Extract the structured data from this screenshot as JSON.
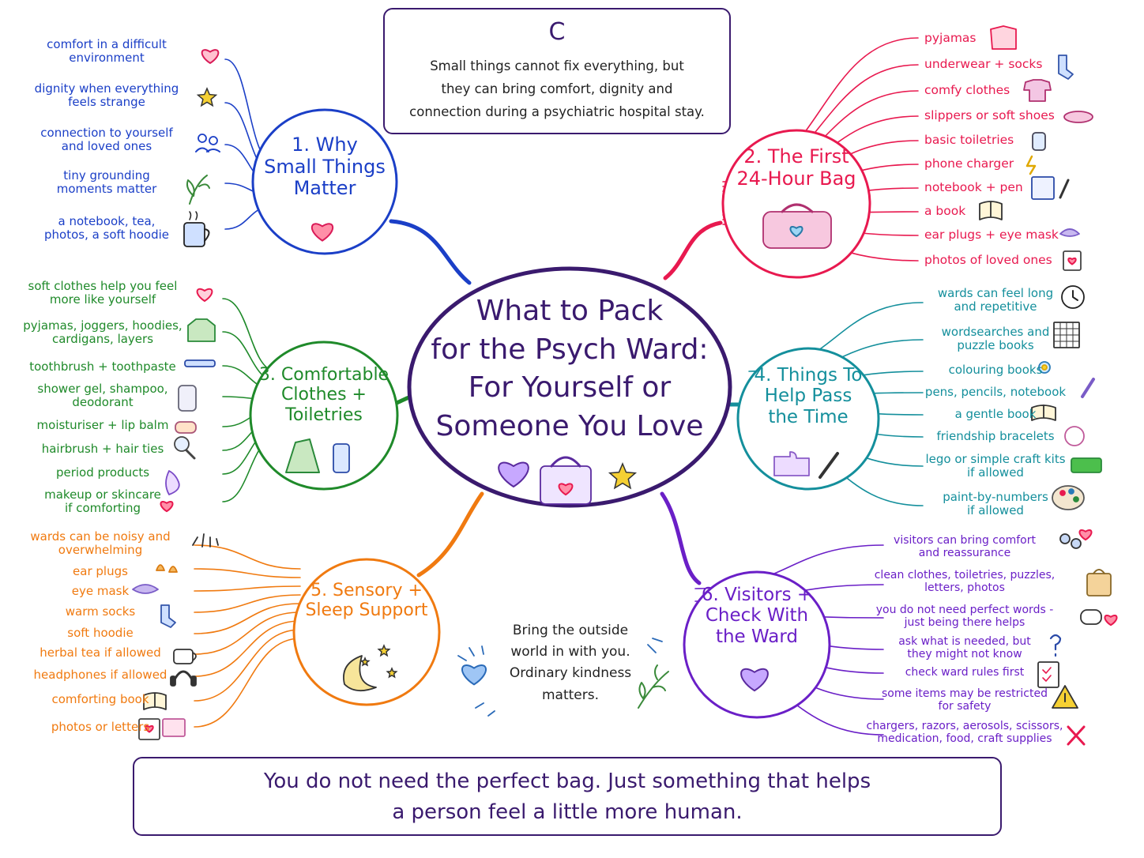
{
  "center_title": [
    "What to Pack",
    "for the Psych Ward:",
    "For Yourself or",
    "Someone You Love"
  ],
  "core_idea": {
    "title": "Core Idea",
    "lines": [
      "Small things cannot fix everything, but",
      "they can bring comfort, dignity and",
      "connection during a psychiatric hospital stay."
    ]
  },
  "branches": {
    "why": {
      "title": [
        "1. Why",
        "Small Things",
        "Matter"
      ],
      "items": [
        "comfort in a difficult|environment",
        "dignity when everything|feels strange",
        "connection to yourself|and loved ones",
        "tiny grounding|moments matter",
        "a notebook, tea,|photos, a soft hoodie"
      ],
      "icons": [
        "heart-icon",
        "star-icon",
        "people-icon",
        "sprout-icon",
        "mug-icon"
      ]
    },
    "bag": {
      "title": [
        "2. The First",
        "24-Hour Bag"
      ],
      "items": [
        "pyjamas",
        "underwear + socks",
        "comfy clothes",
        "slippers or soft shoes",
        "basic toiletries",
        "phone charger",
        "notebook + pen",
        "a book",
        "ear plugs + eye mask",
        "photos of loved ones"
      ],
      "icons": [
        "pyjamas-icon",
        "sock-icon",
        "tshirt-icon",
        "slippers-icon",
        "bottle-icon",
        "lightning-icon",
        "notebook-icon",
        "book-icon",
        "sleep-mask-icon",
        "photo-icon"
      ]
    },
    "clothes": {
      "title": [
        "3. Comfortable",
        "Clothes +",
        "Toiletries"
      ],
      "items": [
        "soft clothes help you feel|more like yourself",
        "pyjamas, joggers, hoodies,|cardigans, layers",
        "toothbrush + toothpaste",
        "shower gel, shampoo,|deodorant",
        "moisturiser + lip balm",
        "hairbrush + hair ties",
        "period products",
        "makeup or skincare|if comforting"
      ],
      "icons": [
        "heart-icon",
        "sweater-icon",
        "toothbrush-icon",
        "bottle-icon",
        "jar-icon",
        "hairbrush-icon",
        "pad-icon",
        "heart-icon"
      ]
    },
    "time": {
      "title": [
        "4. Things To",
        "Help Pass",
        "the Time"
      ],
      "items": [
        "wards can feel long|and repetitive",
        "wordsearches and|puzzle books",
        "colouring books",
        "pens, pencils, notebook",
        "a gentle book",
        "friendship bracelets",
        "lego or simple craft kits|if allowed",
        "paint-by-numbers|if allowed"
      ],
      "icons": [
        "clock-icon",
        "grid-icon",
        "flower-icon",
        "pencil-icon",
        "book-icon",
        "bracelet-icon",
        "lego-icon",
        "palette-icon"
      ]
    },
    "sensory": {
      "title": [
        "5. Sensory +",
        "Sleep Support"
      ],
      "items": [
        "wards can be noisy and|overwhelming",
        "ear plugs",
        "eye mask",
        "warm socks",
        "soft hoodie",
        "herbal tea if allowed",
        "headphones if allowed",
        "comforting book",
        "photos or letters"
      ],
      "icons": [
        "sound-icon",
        "earplugs-icon",
        "sleep-mask-icon",
        "socks-icon",
        "",
        "teacup-icon",
        "headphones-icon",
        "book-icon",
        "photo-icon"
      ]
    },
    "visitors": {
      "title": [
        "6. Visitors +",
        "Check With",
        "the Ward"
      ],
      "items": [
        "visitors can bring comfort|and reassurance",
        "clean clothes, toiletries, puzzles,|letters, photos",
        "you do not need perfect words -|just being there helps",
        "ask what is needed, but|they might not know",
        "check ward rules first",
        "some items may be restricted|for safety",
        "chargers, razors, aerosols, scissors,|medication, food, craft supplies"
      ],
      "icons": [
        "people-heart-icon",
        "bag-icon",
        "speech-heart-icon",
        "question-icon",
        "checklist-icon",
        "warning-icon",
        "x-icon"
      ]
    }
  },
  "reminder": [
    "Bring the outside",
    "world in with you.",
    "Ordinary kindness",
    "matters."
  ],
  "footer": [
    "You do not need the perfect bag. Just something that helps",
    "a person feel a little more human."
  ],
  "colors": {
    "center": "#3a1a6e",
    "why": "#1b3fc7",
    "bag": "#e8194f",
    "clothes": "#1f8a2a",
    "time": "#148f9c",
    "sensory": "#f07a10",
    "visitors": "#6a1fc7"
  }
}
